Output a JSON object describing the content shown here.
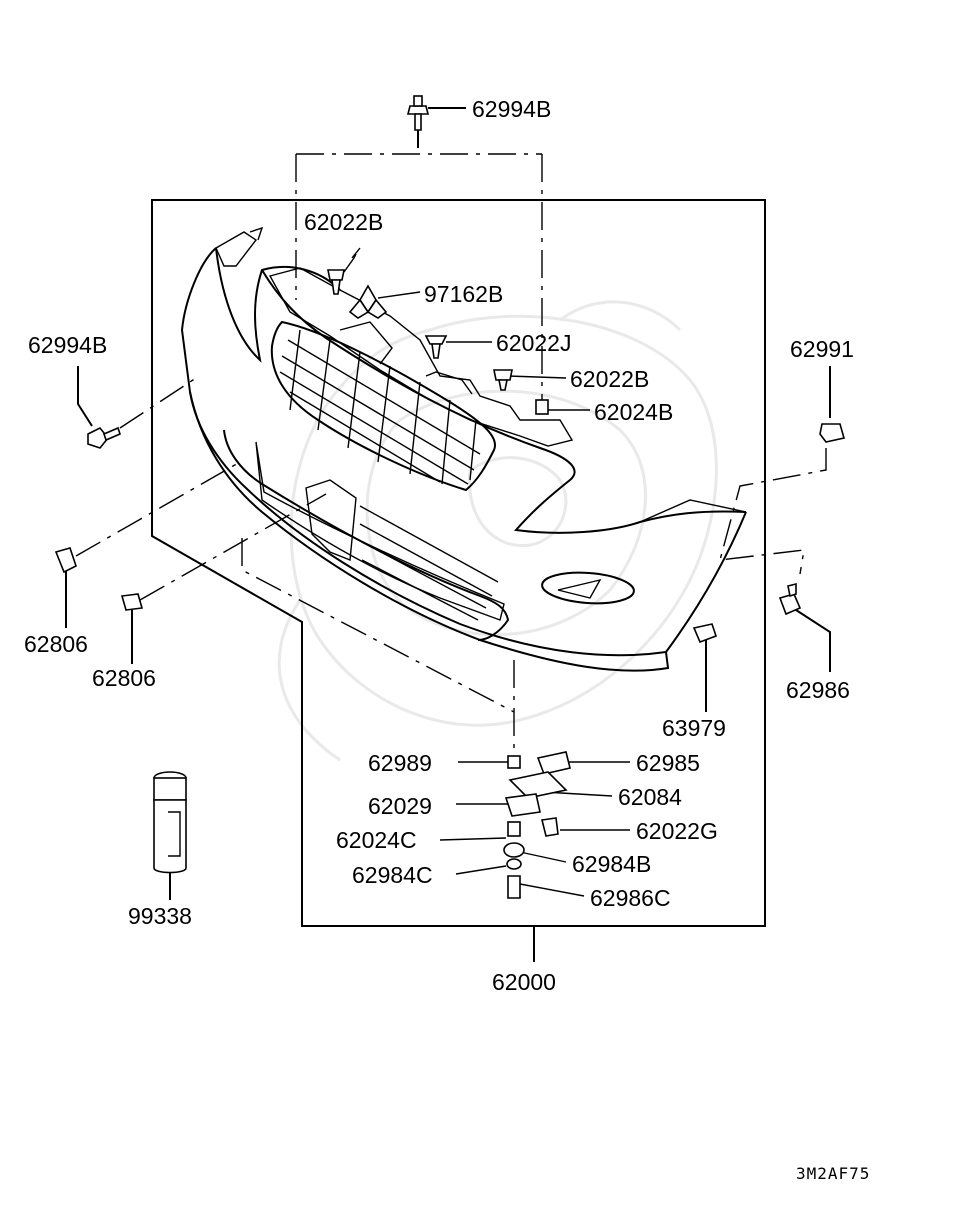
{
  "diagram": {
    "labels": {
      "top_bolt": "62994B",
      "clip_upper_left": "62022B",
      "emblem": "97162B",
      "clip_62022j": "62022J",
      "clip_upper_right": "62022B",
      "nut_62024b": "62024B",
      "left_bolt": "62994B",
      "right_clip": "62991",
      "retainer_a": "62806",
      "retainer_b": "62806",
      "side_screw": "62986",
      "grommet": "63979",
      "nut_62989": "62989",
      "plate_62985": "62985",
      "bracket_62029": "62029",
      "bracket_62084": "62084",
      "collar_62024c": "62024C",
      "clip_62022g": "62022G",
      "nut_62984c": "62984C",
      "washer_62984b": "62984B",
      "bolt_62986c": "62986C",
      "touchup_paint": "99338",
      "bumper_assembly": "62000"
    },
    "drawing_code": "3M2AF75"
  }
}
